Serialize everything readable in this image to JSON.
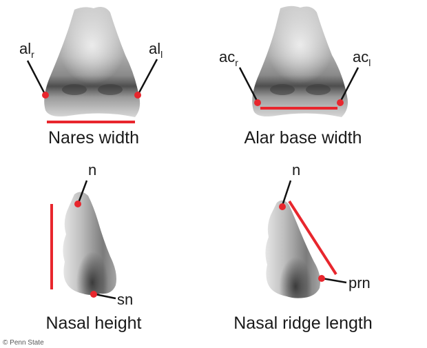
{
  "colors": {
    "marker": "#e8262d",
    "line": "#111111"
  },
  "panels": {
    "nares": {
      "caption": "Nares width",
      "left_label": {
        "base": "al",
        "sub": "r"
      },
      "right_label": {
        "base": "al",
        "sub": "l"
      }
    },
    "alar": {
      "caption": "Alar base width",
      "left_label": {
        "base": "ac",
        "sub": "r"
      },
      "right_label": {
        "base": "ac",
        "sub": "l"
      }
    },
    "height": {
      "caption": "Nasal height",
      "top_label": "n",
      "bottom_label": "sn"
    },
    "ridge": {
      "caption": "Nasal ridge length",
      "top_label": "n",
      "tip_label": "prn"
    }
  },
  "credit": "© Penn State"
}
